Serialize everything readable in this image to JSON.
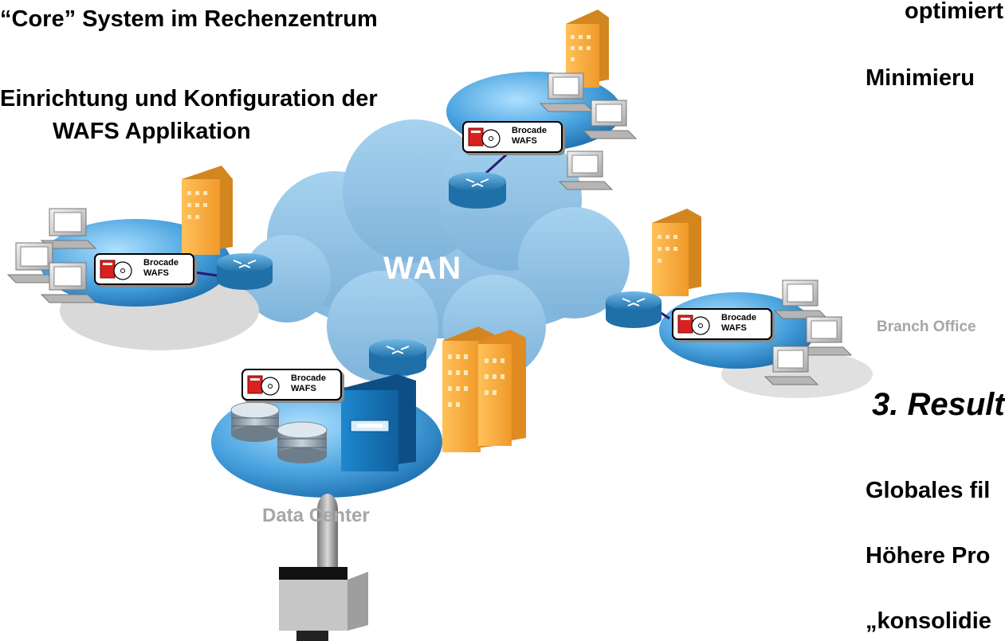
{
  "heading_core": "“Core” System im Rechenzentrum",
  "heading_setup_line1": "Einrichtung und Konfiguration der",
  "heading_setup_line2": "WAFS Applikation",
  "right_text_top": "optimiert",
  "right_text_min": "Minimieru",
  "branch_office_label": "Branch Office",
  "result_heading": "3. Result",
  "result_items": [
    "Globales fil",
    "Höhere Pro",
    "„konsolidie"
  ],
  "cloud_label": "WAN",
  "datacenter_label": "Data Center",
  "badge": {
    "line1": "Brocade",
    "line2": "WAFS"
  },
  "colors": {
    "cloud": "#8fc0e3",
    "disc": "#4aa3df",
    "building": "#f4a93c",
    "router": "#3d8fc6",
    "link": "#2b1a6e",
    "gray_label": "#a6a6a6",
    "badge_red": "#d9211f"
  }
}
